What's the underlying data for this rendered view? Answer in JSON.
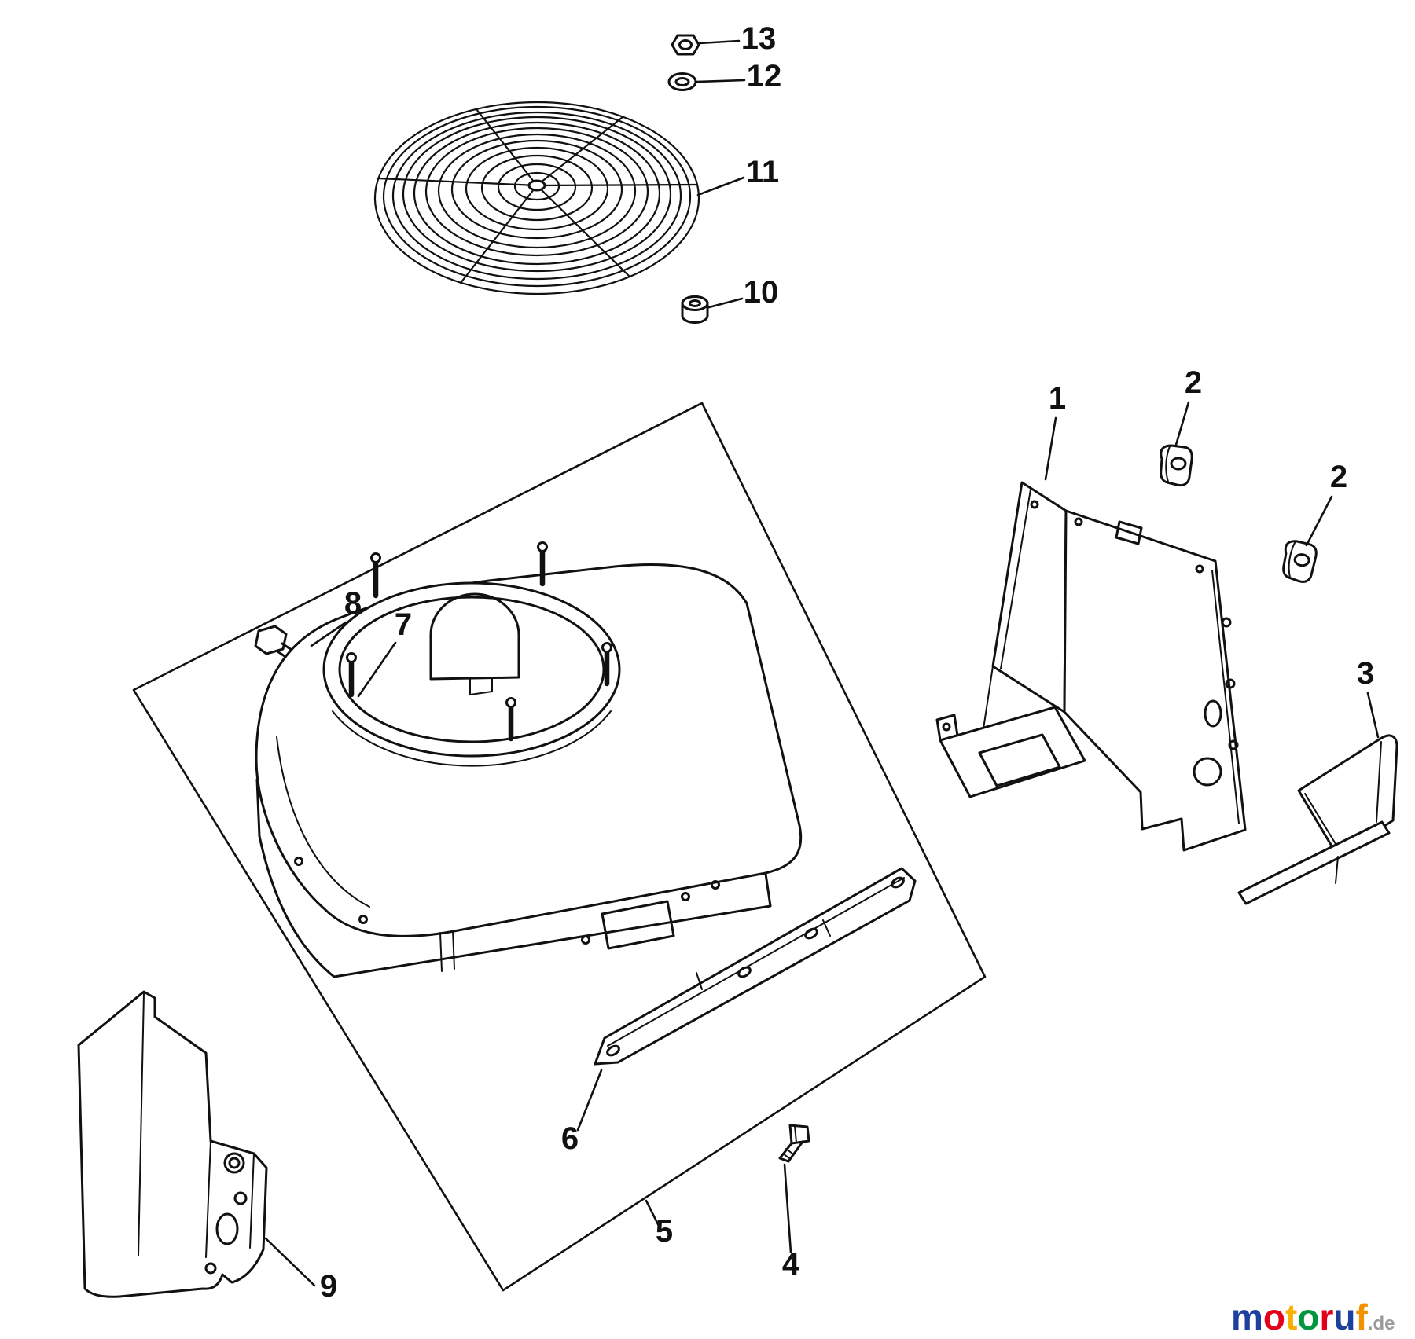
{
  "canvas": {
    "background": "#ffffff",
    "line_color": "#111111"
  },
  "diagram": {
    "callouts": [
      {
        "label": "1"
      },
      {
        "label": "2"
      },
      {
        "label": "3"
      },
      {
        "label": "4"
      },
      {
        "label": "5"
      },
      {
        "label": "6"
      },
      {
        "label": "7"
      },
      {
        "label": "8"
      },
      {
        "label": "9"
      },
      {
        "label": "10"
      },
      {
        "label": "11"
      },
      {
        "label": "12"
      },
      {
        "label": "13"
      }
    ]
  },
  "watermark": {
    "letters": [
      {
        "ch": "m",
        "color": "#1d3f9e"
      },
      {
        "ch": "o",
        "color": "#e2001a"
      },
      {
        "ch": "t",
        "color": "#f9b000"
      },
      {
        "ch": "o",
        "color": "#009640"
      },
      {
        "ch": "r",
        "color": "#e2001a"
      },
      {
        "ch": "u",
        "color": "#1d3f9e"
      },
      {
        "ch": "f",
        "color": "#f39200"
      }
    ],
    "suffix": ".de",
    "suffix_color": "#9a9a9a"
  }
}
